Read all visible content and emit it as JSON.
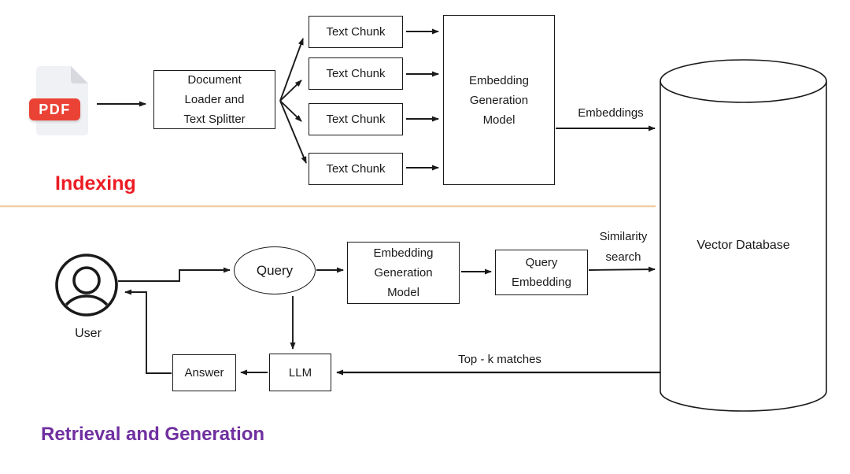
{
  "titles": {
    "indexing": "Indexing",
    "retrieval": "Retrieval and Generation"
  },
  "nodes": {
    "pdf_icon": "PDF",
    "document_loader": "Document Loader and Text Splitter",
    "text_chunks": [
      "Text Chunk",
      "Text Chunk",
      "Text Chunk",
      "Text Chunk"
    ],
    "embedding_model_indexing": "Embedding Generation Model",
    "vector_database": "Vector Database",
    "user": "User",
    "query": "Query",
    "embedding_model_retrieval": "Embedding Generation Model",
    "query_embedding": "Query Embedding",
    "llm": "LLM",
    "answer": "Answer"
  },
  "edge_labels": {
    "embeddings": "Embeddings",
    "similarity_search": "Similarity search",
    "top_k_matches": "Top - k matches"
  },
  "colors": {
    "indexing_title": "#ED1C24",
    "retrieval_title": "#7030A0",
    "pdf_badge": "#EA4335",
    "separator_line": "#F2CDA2",
    "diagram_stroke": "#1A1A1A"
  }
}
